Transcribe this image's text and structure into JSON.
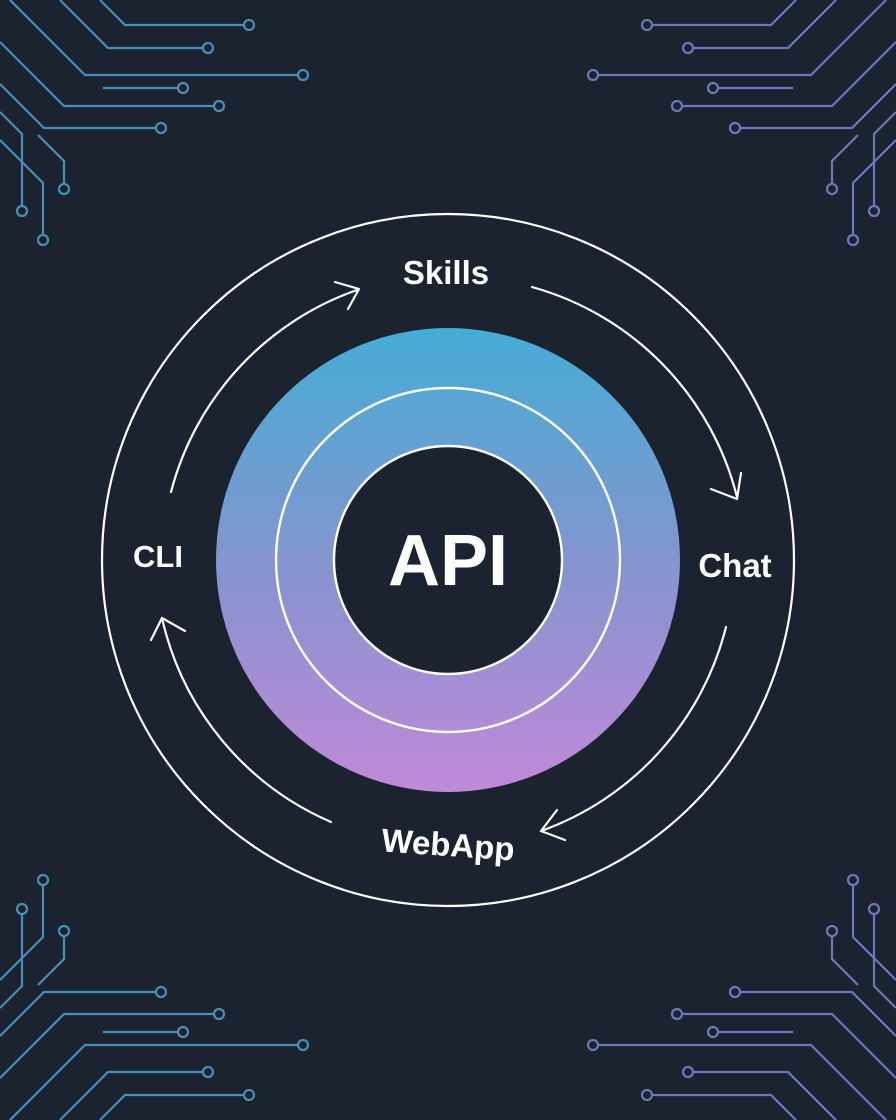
{
  "center": {
    "label": "API"
  },
  "orbit": {
    "top": "Skills",
    "right": "Chat",
    "bottom": "WebApp",
    "left": "CLI"
  },
  "colors": {
    "background": "#1b2230",
    "ring_gradient_top": "#45add5",
    "ring_gradient_bottom": "#c189d8",
    "line": "#ffffff",
    "circuit_left": "#4a8fb5",
    "circuit_right": "#6d78b8"
  },
  "icons": {
    "corner_decorations": "circuit-trace-icon",
    "cycle_arrows": "arrow-icon"
  }
}
